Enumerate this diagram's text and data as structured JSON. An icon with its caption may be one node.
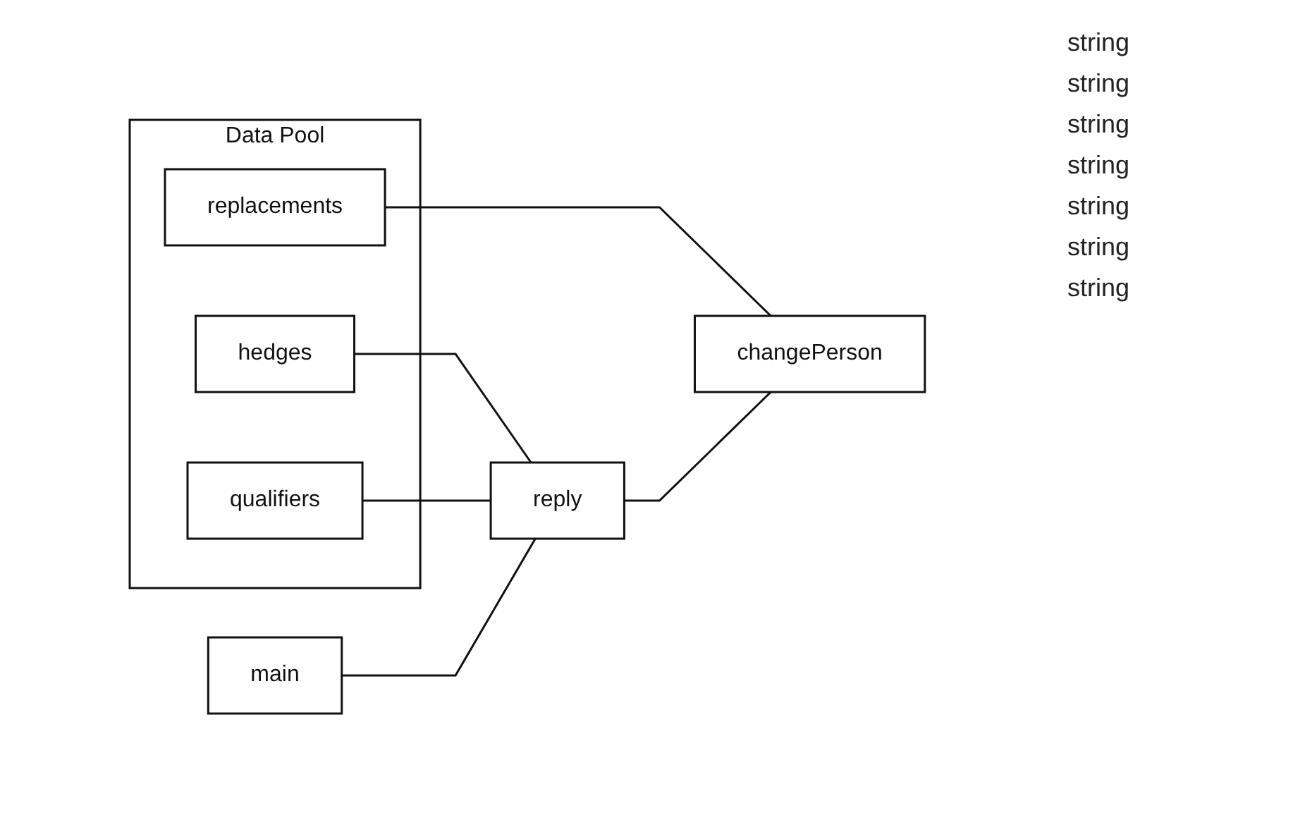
{
  "diagram": {
    "nodes": [
      {
        "text": [
          "Data Pool"
        ]
      },
      {
        "text": [
          "hedges"
        ],
        "in": 0
      },
      {
        "text": [
          "qualifiers"
        ],
        "in": 0
      },
      {
        "text": [
          "replacements"
        ],
        "in": 0
      },
      {
        "text": [
          "main"
        ]
      },
      {
        "text": [
          "reply"
        ]
      },
      {
        "text": [
          "changePerson"
        ]
      }
    ],
    "edges": [
      {
        "from": 1,
        "to": 5,
        "arrow": "none"
      },
      {
        "from": 2,
        "to": 5,
        "arrow": "none"
      },
      {
        "from": 3,
        "to": 6,
        "arrow": "none"
      },
      {
        "from": 4,
        "to": 5,
        "arrow": "none"
      },
      {
        "from": 5,
        "to": 6,
        "arrow": "none"
      }
    ],
    "labels": [
      "string",
      "string",
      "string",
      "string",
      "string",
      "string",
      "string"
    ]
  }
}
